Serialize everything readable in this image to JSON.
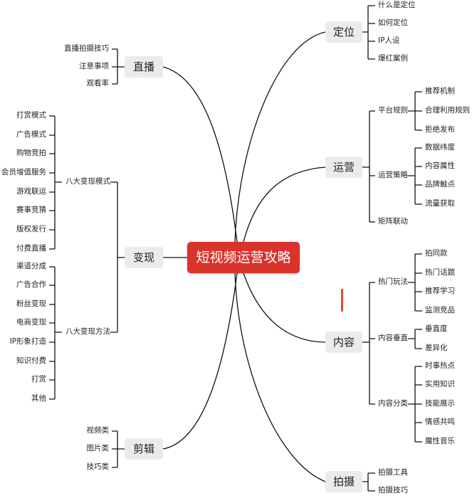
{
  "root": {
    "label": "短视频运营攻略"
  },
  "branches": {
    "dingwei": "定位",
    "yunying": "运营",
    "neirong": "内容",
    "paishe": "拍摄",
    "zhibo": "直播",
    "bianxian": "变现",
    "jianji": "剪辑"
  },
  "dingwei": {
    "items": [
      "什么是定位",
      "如何定位",
      "IP人设",
      "爆红案例"
    ]
  },
  "yunying": {
    "platform_rules": {
      "label": "平台规则",
      "items": [
        "推荐机制",
        "合理利用规则",
        "拒绝发布"
      ]
    },
    "strategy": {
      "label": "运营策略",
      "items": [
        "数据纬度",
        "内容属性",
        "品牌触点",
        "流量获取"
      ]
    },
    "matrix": {
      "label": "矩阵联动"
    }
  },
  "neirong": {
    "hot_play": {
      "label": "热门玩法",
      "items": [
        "拍同款",
        "热门话题",
        "推荐学习",
        "监测竞品"
      ]
    },
    "vertical": {
      "label": "内容垂直",
      "items": [
        "垂直度",
        "差异化"
      ]
    },
    "category": {
      "label": "内容分类",
      "items": [
        "时事热点",
        "实用知识",
        "技能展示",
        "情感共鸣",
        "魔性音乐"
      ]
    }
  },
  "paishe": {
    "items": [
      "拍摄工具",
      "拍摄技巧"
    ]
  },
  "zhibo": {
    "items": [
      "直播拍摄技巧",
      "注意事项",
      "观看率"
    ]
  },
  "bianxian": {
    "models": {
      "label": "八大变现模式",
      "items": [
        "打赏模式",
        "广告模式",
        "购物竞拍",
        "会员增值服务",
        "游戏联运",
        "赛事竞猜",
        "版权发行",
        "付费直播"
      ]
    },
    "methods": {
      "label": "八大变现方法",
      "items": [
        "渠道分成",
        "广告合作",
        "粉丝变现",
        "电商变现",
        "IP形象打造",
        "知识付费",
        "打赏",
        "其他"
      ]
    }
  },
  "jianji": {
    "items": [
      "视频类",
      "图片类",
      "技巧类"
    ]
  },
  "colors": {
    "root": "#d8342b",
    "branch_bg": "#ebebeb",
    "line": "#111111",
    "marker": "#e4472f"
  }
}
